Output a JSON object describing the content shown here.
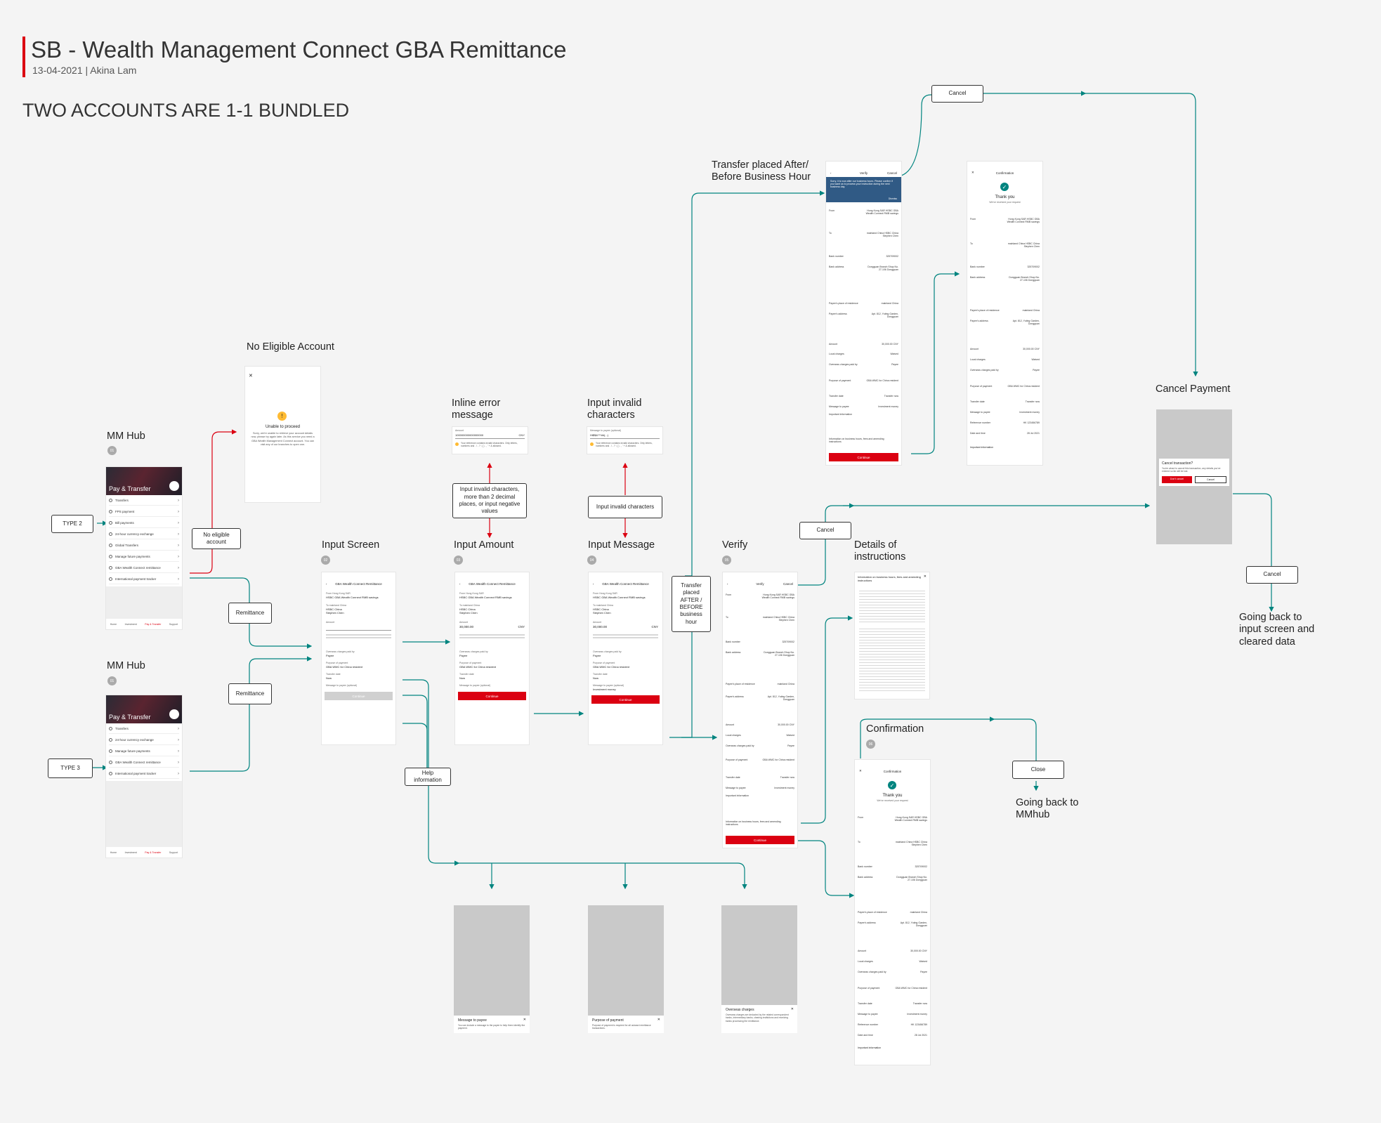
{
  "header": {
    "title": "SB - Wealth Management Connect GBA Remittance",
    "subtitle": "13-04-2021 | Akina Lam",
    "section": "TWO ACCOUNTS ARE  1-1 BUNDLED"
  },
  "colors": {
    "accent": "#db0011",
    "connector": "#00847f",
    "error_connector": "#db0011",
    "banner": "#305a85"
  },
  "labels": {
    "mm_hub_1": "MM Hub",
    "mm_hub_2": "MM Hub",
    "no_eligible": "No Eligible Account",
    "input_screen": "Input Screen",
    "input_amount": "Input Amount",
    "input_message": "Input Message",
    "verify": "Verify",
    "details": "Details of instructions",
    "inline_error": "Inline error message",
    "input_invalid": "Input invalid characters",
    "transfer_after": "Transfer placed After/ Before Business Hour",
    "cancel_payment": "Cancel Payment",
    "confirmation": "Confirmation",
    "going_back_input": "Going back to input screen and cleared data",
    "going_back_hub": "Going back to MMhub"
  },
  "step_numbers": {
    "hub1": "01",
    "hub2": "01",
    "input": "02",
    "amount": "03",
    "message": "04",
    "verify": "05",
    "confirm": "06"
  },
  "boxes": {
    "type2": "TYPE 2",
    "type3": "TYPE 3",
    "no_eligible_account": "No eligible account",
    "remittance_1": "Remittance",
    "remittance_2": "Remittance",
    "help_info": "Help information",
    "invalid_amount": "Input invalid characters, more than 2 decimal places, or input negative values",
    "invalid_chars": "Input invalid characters",
    "transfer_after_box": "Transfer placed AFTER / BEFORE business hour",
    "cancel_top": "Cancel",
    "cancel_mid": "Cancel",
    "cancel_right": "Cancel",
    "close": "Close"
  },
  "hub": {
    "hero_title": "Pay & Transfer",
    "items_type2": [
      "Transfers",
      "FPS payment",
      "Bill payments",
      "24-hour currency exchange",
      "Global Transfers",
      "Manage future payments",
      "GBA Wealth Connect remittance",
      "International payment tracker"
    ],
    "items_type3": [
      "Transfers",
      "24-hour currency exchange",
      "Manage future payments",
      "GBA Wealth Connect remittance",
      "International payment tracker"
    ],
    "nav": [
      "Home",
      "Investment",
      "Pay & Transfer",
      "Support"
    ]
  },
  "no_eligible_screen": {
    "title": "Unable to proceed",
    "body": "Sorry, we're unable to retrieve your account details now, please try again later. As this service you need a GBA Wealth Management Connect account. You can visit any of our branches to open one."
  },
  "input_screens": {
    "header": "GBA Wealth Connect Remittance",
    "from_label": "From Hong Kong SAR",
    "from_account": "HSBC GBA Wealth Connect RMB savings",
    "to_label": "To mainland China",
    "to_bank": "HSBC China",
    "to_name": "Stephen Chen",
    "amount_label": "Amount",
    "amount_value": "30,000.00",
    "currency": "CNY",
    "charges_label": "Overseas charges paid by",
    "charges_value": "Payee",
    "purpose_label": "Purpose of payment",
    "purpose_value": "GBA WMC for China resident",
    "date_label": "Transfer date",
    "date_value": "Now",
    "message_label": "Message to payee (optional)",
    "message_value": "Investment money",
    "continue": "Continue"
  },
  "error_snippets": {
    "amount_field": "100000000000000000",
    "amount_error": "Your reference contains invalid characters. Only letters, numbers and . / - ? : ( ) . , ' + & allowed.",
    "message_field": "Hi$$&***##(...)",
    "message_error": "Your reference contains invalid characters. Only letters, numbers and . / - ? : ( ) . , ' + & allowed."
  },
  "verify_screen": {
    "title": "Verify",
    "cancel": "Cancel",
    "banner_text": "Sorry, it is now after our business hours. Please confirm if you want us to process your instruction during the next business day.",
    "banner_action": "Dismiss",
    "rows": [
      [
        "From",
        "Hong Kong SAR HSBC GBA Wealth Connect RMB savings"
      ],
      [
        "To",
        "mainland China HSBC China Stephen Chen"
      ],
      [
        "Bank number",
        "325709002"
      ],
      [
        "Bank address",
        "Dongguan Branch Shop No. 27-106 Dongguan"
      ],
      [
        "Payee's place of residence",
        "mainland China"
      ],
      [
        "Payee's address",
        "Apt. 812, Yuting Garden, Dongguan"
      ],
      [
        "Amount",
        "30,000.00 CNY"
      ],
      [
        "Local charges",
        "Waived"
      ],
      [
        "Overseas charges paid by",
        "Payee"
      ],
      [
        "Purpose of payment",
        "GBA WMC for China resident"
      ],
      [
        "Transfer date",
        "Transfer now"
      ],
      [
        "Message to payee",
        "Investment money"
      ]
    ],
    "important": "Important information",
    "info_link": "Information on business hours, fees and amending instructions",
    "continue": "Continue"
  },
  "details_screen": {
    "title": "Information on business hours, fees and amending instructions"
  },
  "confirmation_screen": {
    "title": "Confirmation",
    "thank_you": "Thank you",
    "received": "We've received your request",
    "reference_label": "Reference number",
    "reference_value": "HK 123456789",
    "date_label": "Date and time",
    "date_value": "28 Jul 2021"
  },
  "cancel_dialog": {
    "title": "Cancel transaction?",
    "body": "You're about to cancel this transaction, any details you've entered so far will be lost.",
    "primary": "Don't cancel",
    "secondary": "Cancel"
  },
  "help_sheets": {
    "message": "Message to payee",
    "message_body": "You can include a message to the payee to help them identify the payment.",
    "purpose": "Purpose of payment",
    "purpose_body": "Purpose of payment is required for all outward remittance transactions.",
    "overseas": "Overseas charges",
    "overseas_body": "Overseas charges are deducted by the related correspondent banks, intermediary banks, clearing institutions and receiving banks processing the remittance."
  }
}
